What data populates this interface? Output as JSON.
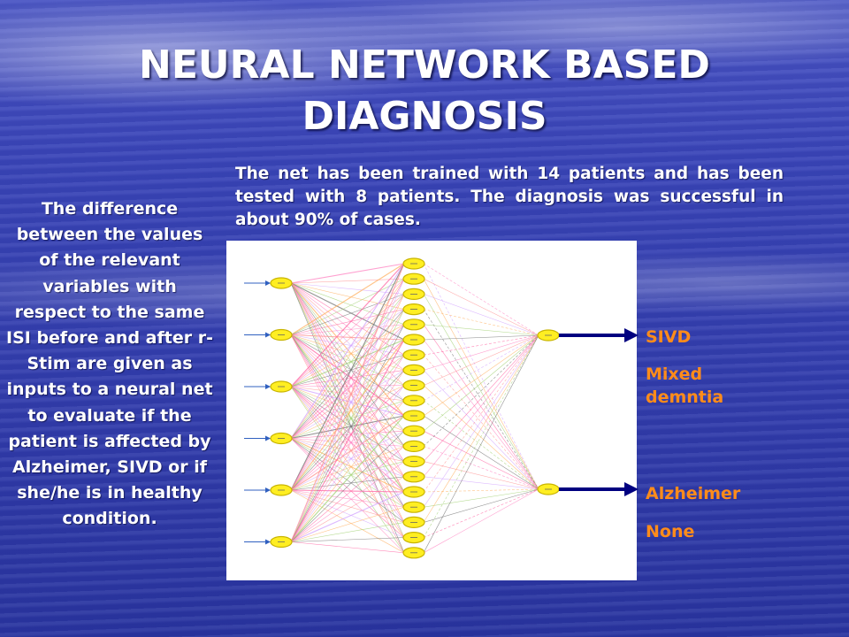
{
  "title": "NEURAL NETWORK BASED DIAGNOSIS",
  "summary": "The net has been trained with 14 patients and has been tested with 8 patients. The diagnosis was successful in about 90% of cases.",
  "left_text": "The difference between the values of the relevant variables with respect to the same ISI before and after r-Stim are given as inputs to a neural net to evaluate if the patient is affected by Alzheimer, SIVD or if she/he is in healthy condition.",
  "network": {
    "input_nodes": 6,
    "hidden_nodes": 20,
    "output_nodes": 2,
    "node_fill": "#ffee22",
    "node_stroke": "#c8b400",
    "edge_colors": [
      "#ff80c0",
      "#ff9090",
      "#d0a0ff",
      "#ffb060",
      "#a0d070",
      "#707070",
      "#ff60a0"
    ]
  },
  "outputs": [
    {
      "line1": "SIVD",
      "line2": "Mixed demntia"
    },
    {
      "line1": "Alzheimer",
      "line2": "None"
    }
  ],
  "colors": {
    "output_label": "#ff8c1a",
    "arrow": "#000080"
  }
}
